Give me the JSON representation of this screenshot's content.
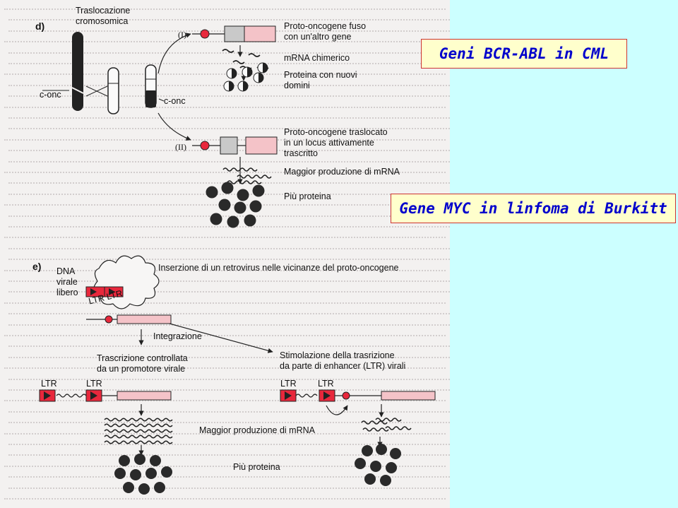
{
  "callouts": {
    "cml": "Geni BCR-ABL in CML",
    "burkitt": "Gene MYC in linfoma di Burkitt"
  },
  "panel_d": {
    "letter": "d)",
    "title": "Traslocazione\ncromosomica",
    "conc_left": "c-onc",
    "conc_right": "c-onc",
    "path1_roman": "(I)",
    "path2_roman": "(II)",
    "fused": "Proto-oncogene fuso\ncon un'altro gene",
    "mrna_chimerico": "mRNA chimerico",
    "proteina_nuovi": "Proteina con nuovi\ndomini",
    "traslocato": "Proto-oncogene traslocato\nin un locus attivamente\ntrascritto",
    "maggior_mrna": "Maggior produzione di mRNA",
    "piu_proteina": "Più proteina"
  },
  "panel_e": {
    "letter": "e)",
    "dna_virale": "DNA\nvirale\nlibero",
    "ltr": "LTR",
    "ltr_pair": "LTR LTR",
    "inserzione": "Inserzione di un retrovirus nelle vicinanze del proto-oncogene",
    "integrazione": "Integrazione",
    "trascrizione": "Trascrizione controllata\nda un promotore virale",
    "stimolazione": "Stimolazione della trasrizione\nda parte di enhancer (LTR) virali",
    "maggior_mrna": "Maggior produzione di mRNA",
    "piu_proteina": "Più proteina"
  },
  "colors": {
    "page": "#f3f1f0",
    "background": "#ccffff",
    "callout_fill": "#ffffcc",
    "callout_text": "#0000cc",
    "callout_border": "#cc3333",
    "gene_pink": "#f4c3c8",
    "gene_gray": "#c9c9c9",
    "marker_red": "#e8283c"
  }
}
